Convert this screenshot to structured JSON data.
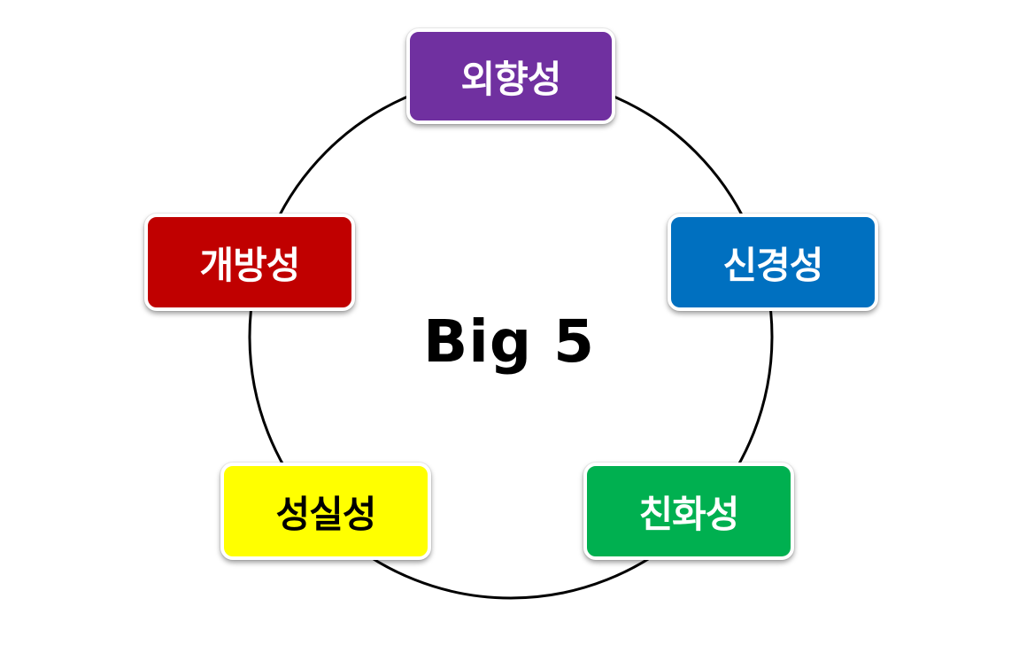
{
  "diagram": {
    "center_label": "Big 5",
    "traits": [
      {
        "id": "extraversion",
        "label": "외향성",
        "color": "#7030A0",
        "text_color": "#FFFFFF"
      },
      {
        "id": "neuroticism",
        "label": "신경성",
        "color": "#0070C0",
        "text_color": "#FFFFFF"
      },
      {
        "id": "agreeableness",
        "label": "친화성",
        "color": "#00B050",
        "text_color": "#FFFFFF"
      },
      {
        "id": "conscientiousness",
        "label": "성실성",
        "color": "#FFFF00",
        "text_color": "#000000"
      },
      {
        "id": "openness",
        "label": "개방성",
        "color": "#C00000",
        "text_color": "#FFFFFF"
      }
    ],
    "ring_color": "#000000"
  }
}
